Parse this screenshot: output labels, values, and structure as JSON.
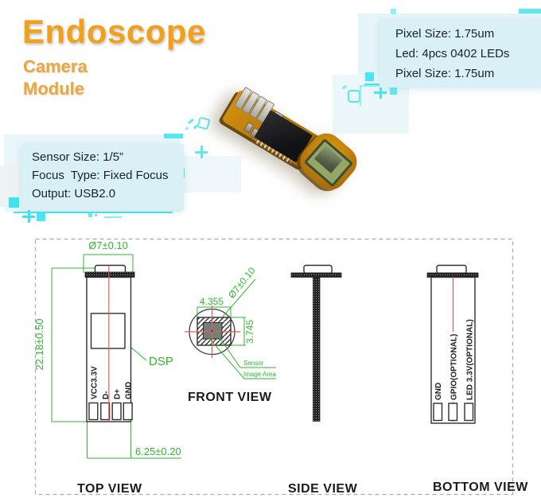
{
  "colors": {
    "accent_orange": "#F2A01C",
    "accent_cyan": "#3AE3F0",
    "spec_box_bg": "#D8F0F6",
    "cad_green": "#2EB72E",
    "cad_red": "#E25C5C"
  },
  "header": {
    "title": "Endoscope",
    "subtitle_line1": "Camera",
    "subtitle_line2": "Module"
  },
  "spec_right": {
    "lines": [
      "Pixel Size: 1.75um",
      "Led: 4pcs 0402 LEDs",
      "Pixel Size: 1.75um"
    ]
  },
  "spec_left": {
    "lines": [
      "Sensor Size: 1/5”",
      "Focus  Type: Fixed Focus",
      "Output: USB2.0"
    ]
  },
  "drawing": {
    "top_view": {
      "label": "TOP VIEW",
      "dim_diameter": "Ø7±0.10",
      "dim_length": "22.18±0.50",
      "dim_width": "6.25±0.20",
      "chip_label": "DSP",
      "pins": [
        "VCC3.3V",
        "D-",
        "D+",
        "GND"
      ]
    },
    "front_view": {
      "label": "FRONT VIEW",
      "dim_width": "4.355",
      "dim_height": "3.745",
      "dim_diameter": "Ø7±0.10",
      "callout_sensor": "Sensor",
      "callout_image_area": "Image Area"
    },
    "side_view": {
      "label": "SIDE VIEW"
    },
    "bottom_view": {
      "label": "BOTTOM VIEW",
      "pins": [
        "GND",
        "GPIO(OPTIONAL)",
        "LED 3.3V(OPTIONAL)"
      ]
    }
  }
}
